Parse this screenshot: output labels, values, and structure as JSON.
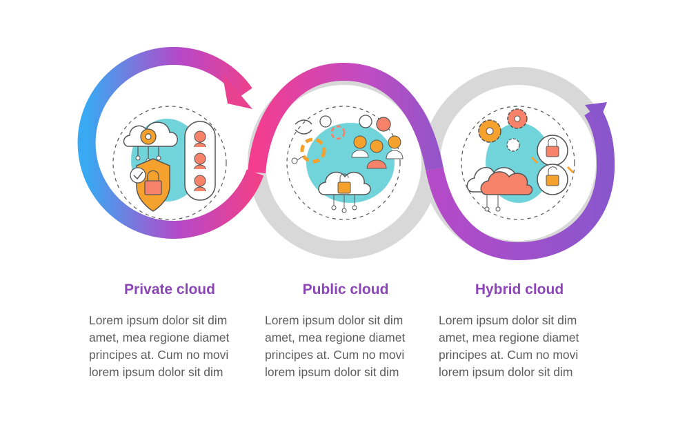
{
  "colors": {
    "private_grad": [
      "#38a9f2",
      "#b549c8",
      "#f0408a"
    ],
    "public_grad": [
      "#f33d8f",
      "#c14bc2",
      "#9555c8"
    ],
    "gray_ring": "#d8d8d8",
    "blob": "#71d4da",
    "title": "#8b45b6",
    "text": "#5d5d5d",
    "icon_orange": "#f4a12d",
    "icon_coral": "#f7826a",
    "icon_purple": "#8a52b8"
  },
  "steps": [
    {
      "title": "Private cloud",
      "text": "Lorem ipsum dolor sit dim amet, mea regione diamet principes at. Cum no movi lorem ipsum dolor sit dim",
      "icon": "private-cloud-icon"
    },
    {
      "title": "Public cloud",
      "text": "Lorem ipsum dolor sit dim amet, mea regione diamet principes at. Cum no movi lorem ipsum dolor sit dim",
      "icon": "public-cloud-icon"
    },
    {
      "title": "Hybrid cloud",
      "text": "Lorem ipsum dolor sit dim amet, mea regione diamet principes at. Cum no movi lorem ipsum dolor sit dim",
      "icon": "hybrid-cloud-icon"
    }
  ]
}
